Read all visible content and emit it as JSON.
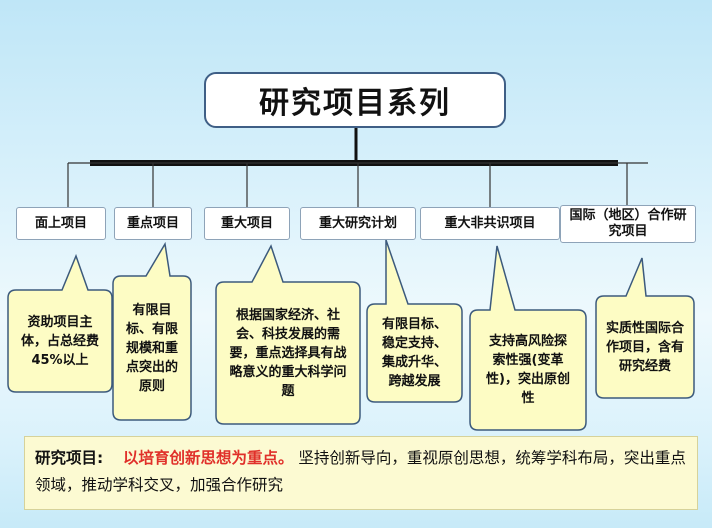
{
  "title": "研究项目系列",
  "categories": [
    {
      "label": "面上项目",
      "desc": "资助项目主体，占总经费45%以上"
    },
    {
      "label": "重点项目",
      "desc": "有限目标、有限规模和重点突出的原则"
    },
    {
      "label": "重大项目",
      "desc": "根据国家经济、社会、科技发展的需要，重点选择具有战略意义的重大科学问题"
    },
    {
      "label": "重大研究计划",
      "desc": "有限目标、稳定支持、集成升华、跨越发展"
    },
    {
      "label": "重大非共识项目",
      "desc": "支持高风险探索性强(变革性)，突出原创性"
    },
    {
      "label": "国际（地区）合作研究项目",
      "desc": "实质性国际合作项目，含有研究经费"
    }
  ],
  "summary": {
    "label": "研究项目:",
    "highlight": "以培育创新思想为重点。",
    "text": "坚持创新导向，重视原创思想，统筹学科布局，突出重点领域，推动学科交叉，加强合作研究"
  },
  "colors": {
    "callout_fill": "#fdfcc4",
    "callout_border": "#3c5a7c",
    "tree_line": "#111111",
    "highlight": "#e0302a"
  }
}
